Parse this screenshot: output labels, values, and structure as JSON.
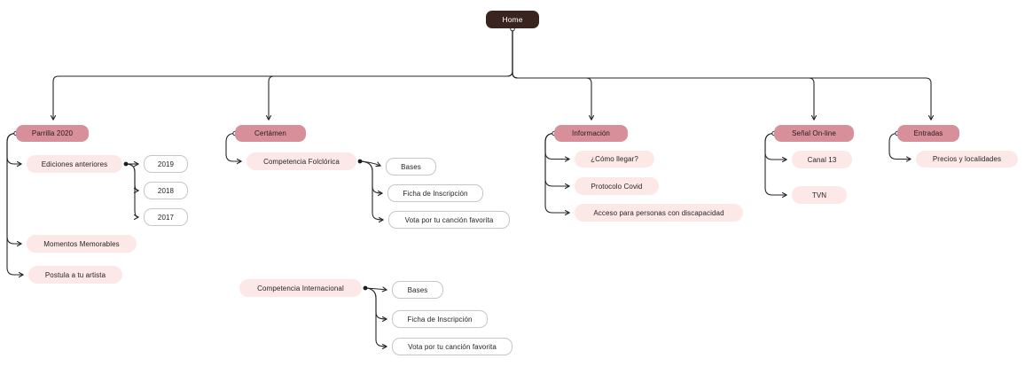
{
  "colors": {
    "root_bg": "#392420",
    "root_text": "#ffffff",
    "category_bg": "#d78f9a",
    "child_bg": "#fce9e7",
    "leaf_bg": "#ffffff",
    "leaf_border": "#c6c6c6",
    "line": "#262626",
    "text": "#262224"
  },
  "sitemap": {
    "root": {
      "label": "Home"
    },
    "branches": [
      {
        "label": "Parrilla 2020",
        "children": [
          {
            "label": "Ediciones anteriores",
            "children": [
              {
                "label": "2019"
              },
              {
                "label": "2018"
              },
              {
                "label": "2017"
              }
            ]
          },
          {
            "label": "Momentos Memorables"
          },
          {
            "label": "Postula a tu artista"
          }
        ]
      },
      {
        "label": "Certámen",
        "children": [
          {
            "label": "Competencia Folclórica",
            "children": [
              {
                "label": "Bases"
              },
              {
                "label": "Ficha de Inscripción"
              },
              {
                "label": "Vota por tu canción favorita"
              }
            ]
          }
        ]
      },
      {
        "label": "Información",
        "children": [
          {
            "label": "¿Cómo llegar?"
          },
          {
            "label": "Protocolo Covid"
          },
          {
            "label": "Acceso para personas con discapacidad"
          }
        ]
      },
      {
        "label": "Señal On-line",
        "children": [
          {
            "label": "Canal 13"
          },
          {
            "label": "TVN"
          }
        ]
      },
      {
        "label": "Entradas",
        "children": [
          {
            "label": "Precios y localidades"
          }
        ]
      }
    ],
    "detached": [
      {
        "label": "Competencia Internacional",
        "children": [
          {
            "label": "Bases"
          },
          {
            "label": "Ficha de Inscripción"
          },
          {
            "label": "Vota por tu canción favorita"
          }
        ]
      }
    ]
  }
}
